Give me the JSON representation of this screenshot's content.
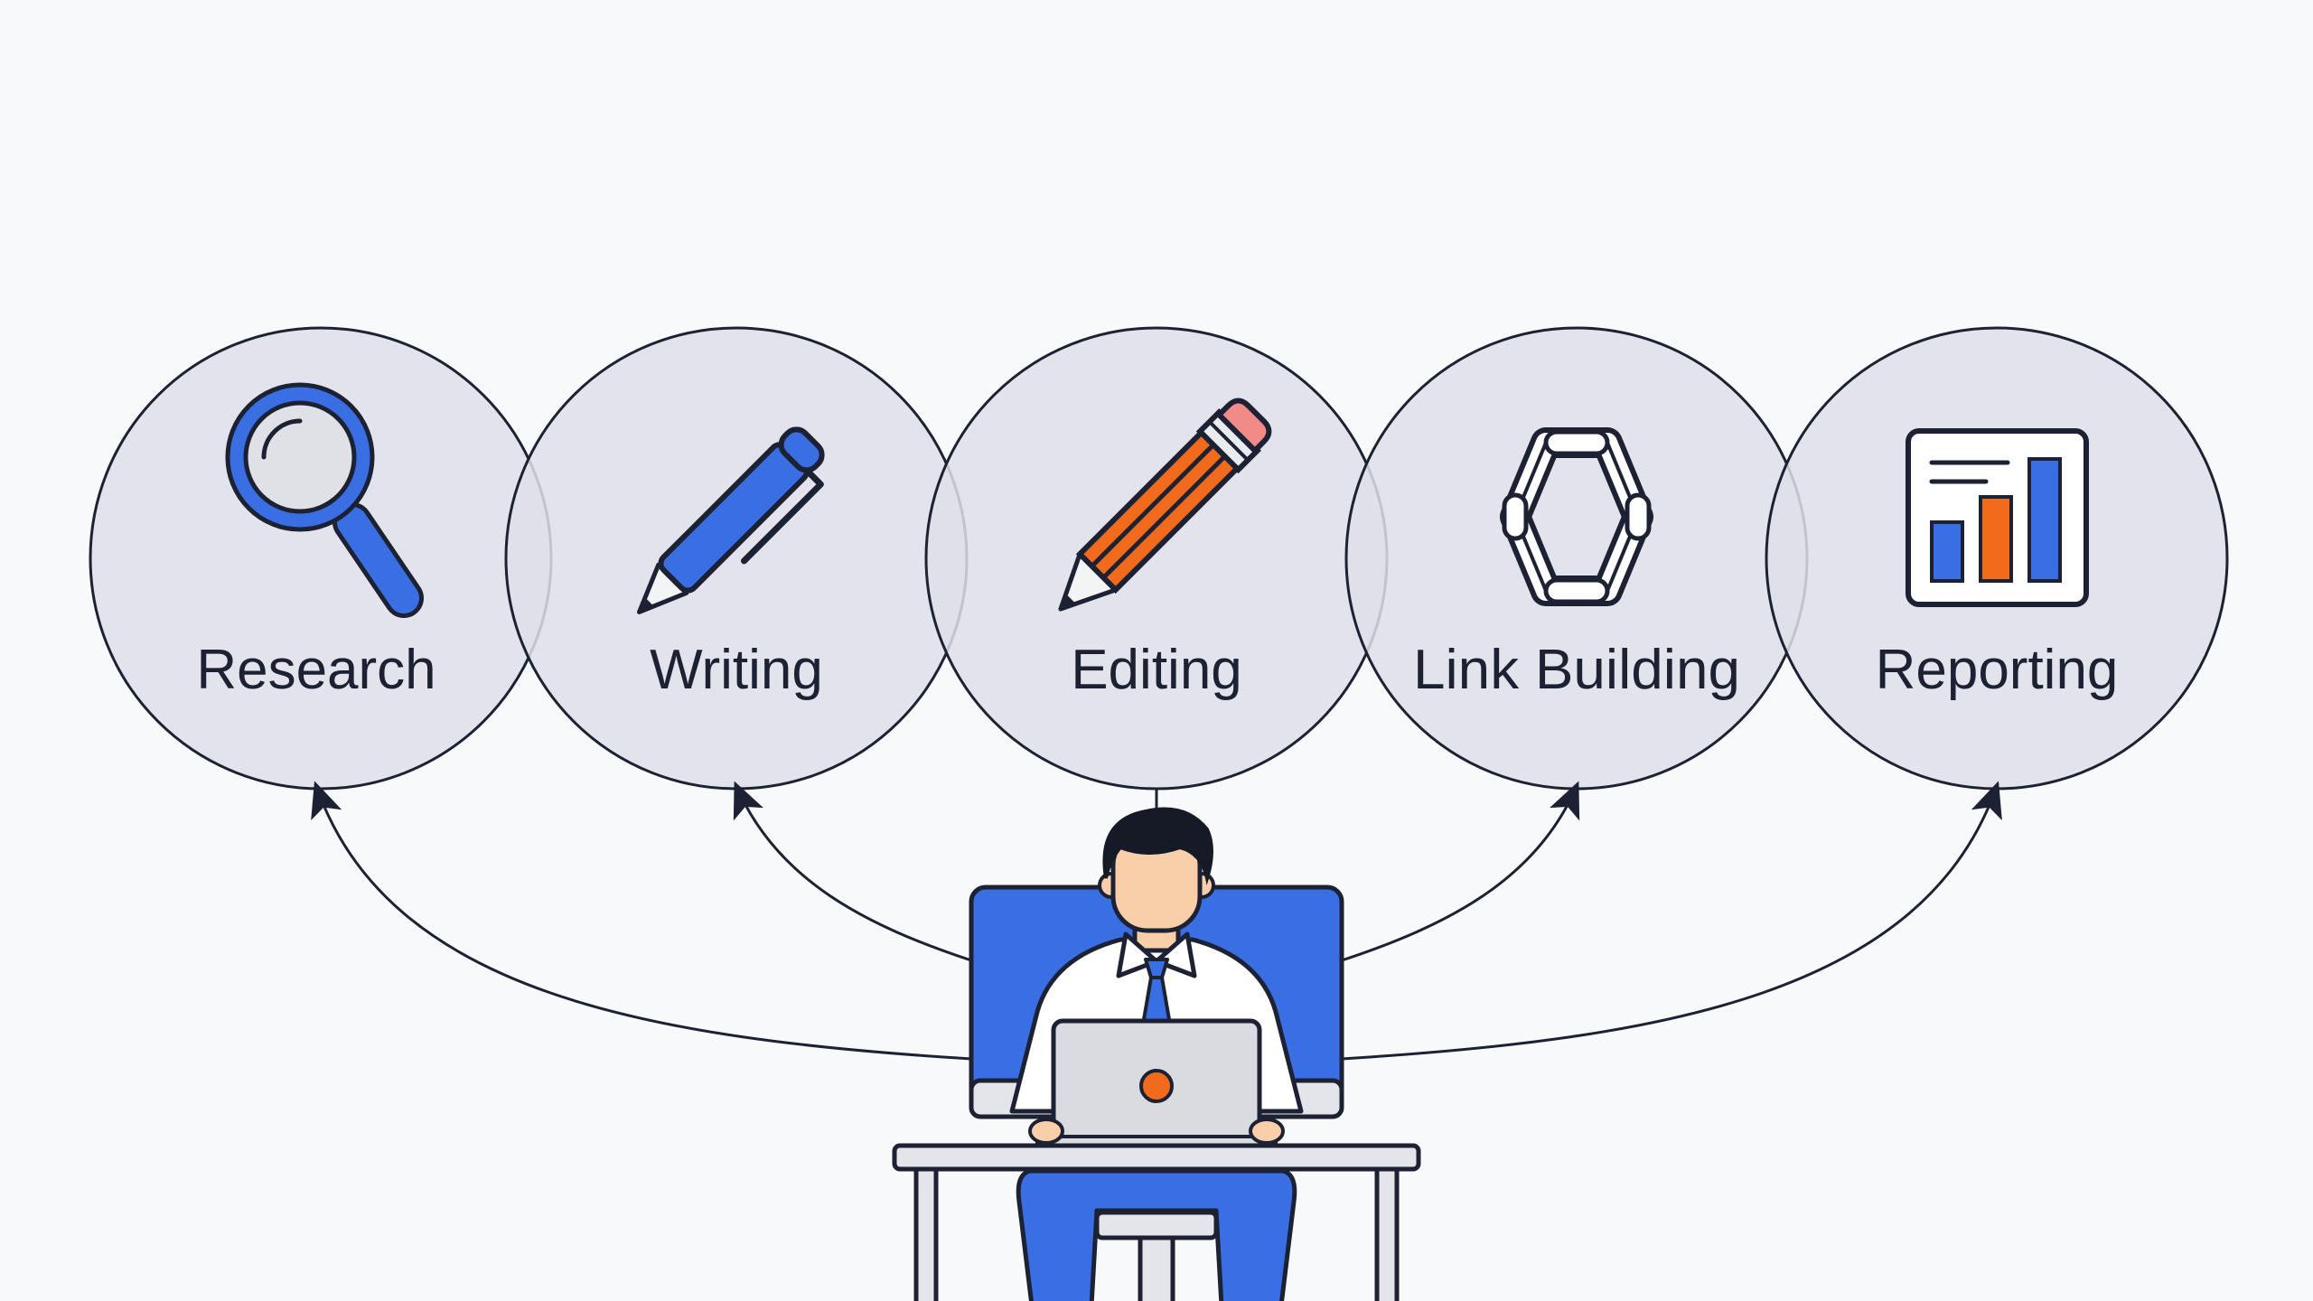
{
  "steps": [
    {
      "label": "Research",
      "icon": "magnifying-glass-icon"
    },
    {
      "label": "Writing",
      "icon": "pen-icon"
    },
    {
      "label": "Editing",
      "icon": "pencil-icon"
    },
    {
      "label": "Link Building",
      "icon": "chain-link-icon"
    },
    {
      "label": "Reporting",
      "icon": "bar-chart-report-icon"
    }
  ],
  "colors": {
    "background": "#f8f9fb",
    "circle_fill": "#dfe1e7",
    "outline": "#1c2233",
    "blue": "#3a6fe3",
    "orange": "#f26b1d",
    "skin": "#f9cfaa",
    "hair": "#151a26",
    "laptop": "#d9dbe1",
    "desk": "#e3e5ea"
  }
}
